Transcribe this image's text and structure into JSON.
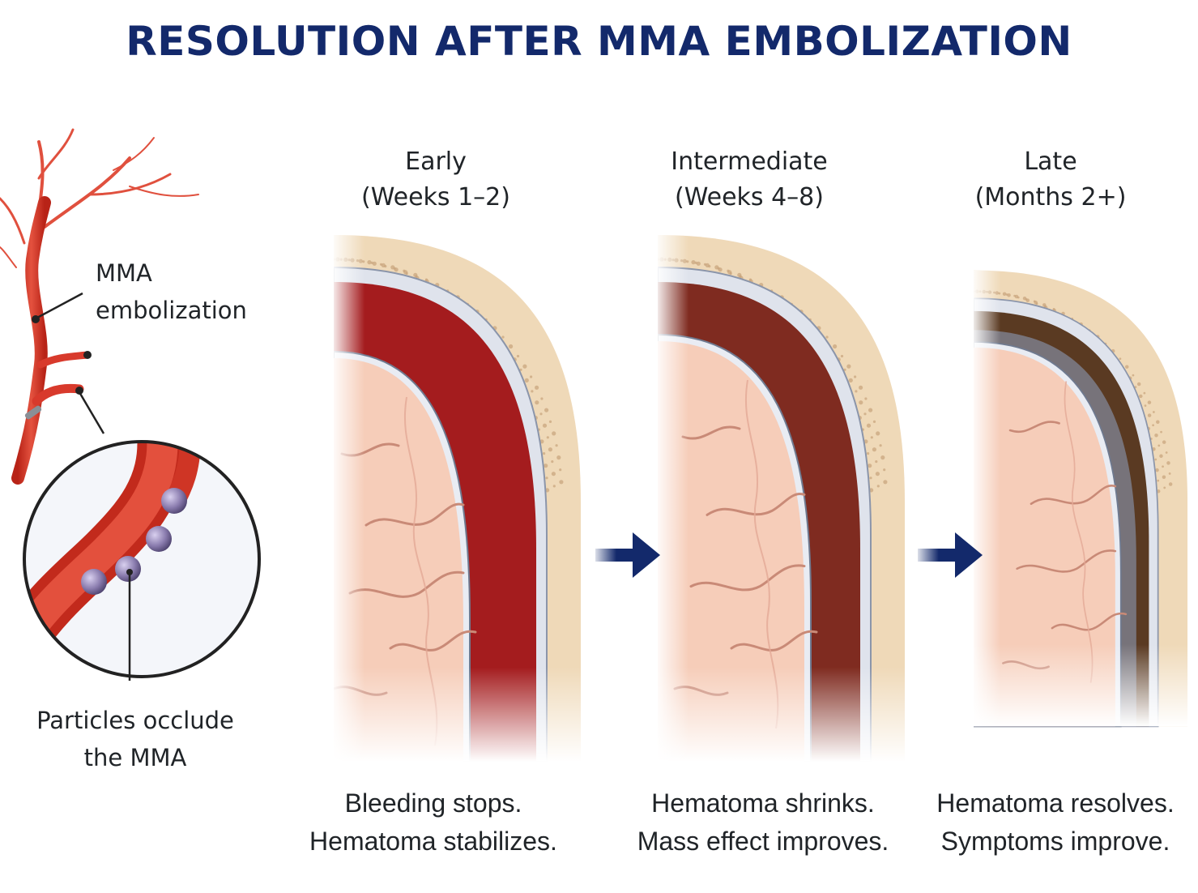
{
  "title": "RESOLUTION AFTER MMA EMBOLIZATION",
  "callouts": {
    "mma_line1": "MMA",
    "mma_line2": "embolization",
    "particles_line1": "Particles occlude",
    "particles_line2": "the MMA"
  },
  "stages": [
    {
      "label_line1": "Early",
      "label_line2": "(Weeks 1–2)",
      "desc_line1": "Bleeding stops.",
      "desc_line2": "Hematoma stabilizes.",
      "hematoma_level": 1.0
    },
    {
      "label_line1": "Intermediate",
      "label_line2": "(Weeks 4–8)",
      "desc_line1": "Hematoma shrinks.",
      "desc_line2": "Mass effect improves.",
      "hematoma_level": 0.65
    },
    {
      "label_line1": "Late",
      "label_line2": "(Months 2+)",
      "desc_line1": "Hematoma resolves.",
      "desc_line2": "Symptoms improve.",
      "hematoma_level": 0.3
    }
  ],
  "colors": {
    "title": "#13296b",
    "arrow": "#13296b",
    "artery": "#d83a2c",
    "hematoma_acute": "#a41c1e",
    "hematoma_resolving": "#5a3a22",
    "brain": "#f6cdb9",
    "bone": "#efd9b8"
  },
  "icons": [
    "right-arrow-icon",
    "right-arrow-icon"
  ]
}
